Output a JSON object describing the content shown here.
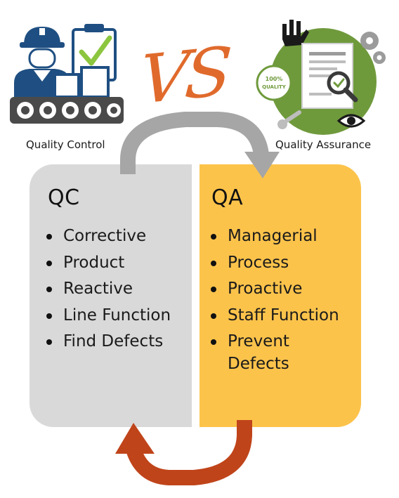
{
  "header": {
    "vs_text": "VS",
    "qc_caption": "Quality Control",
    "qa_caption": "Quality Assurance",
    "badge_line1": "100%",
    "badge_line2": "QUALITY"
  },
  "qc": {
    "title": "QC",
    "points": [
      "Corrective",
      "Product",
      "Reactive",
      "Line Function",
      "Find Defects"
    ]
  },
  "qa": {
    "title": "QA",
    "points": [
      "Managerial",
      "Process",
      "Proactive",
      "Staff Function",
      "Prevent\nDefects"
    ]
  },
  "colors": {
    "qc_panel": "#d9d9d9",
    "qa_panel": "#fcc34b",
    "top_arrow": "#a6a6a6",
    "bottom_arrow": "#c0441a",
    "vs": "#e06a2c",
    "qa_circle": "#6f9a3c",
    "qc_blue": "#1f4f82"
  }
}
